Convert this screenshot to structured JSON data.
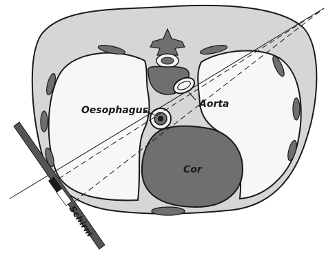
{
  "labels": {
    "oesophagus": "Oesophagus",
    "aorta": "Aorta",
    "cor": "Cor",
    "schirm": "Schirm"
  },
  "colors": {
    "ink": "#1a1a1a",
    "tissue": "#d6d6d6",
    "lung": "#f7f7f7",
    "organ": "#6f6f6f",
    "screen": "#555555"
  }
}
